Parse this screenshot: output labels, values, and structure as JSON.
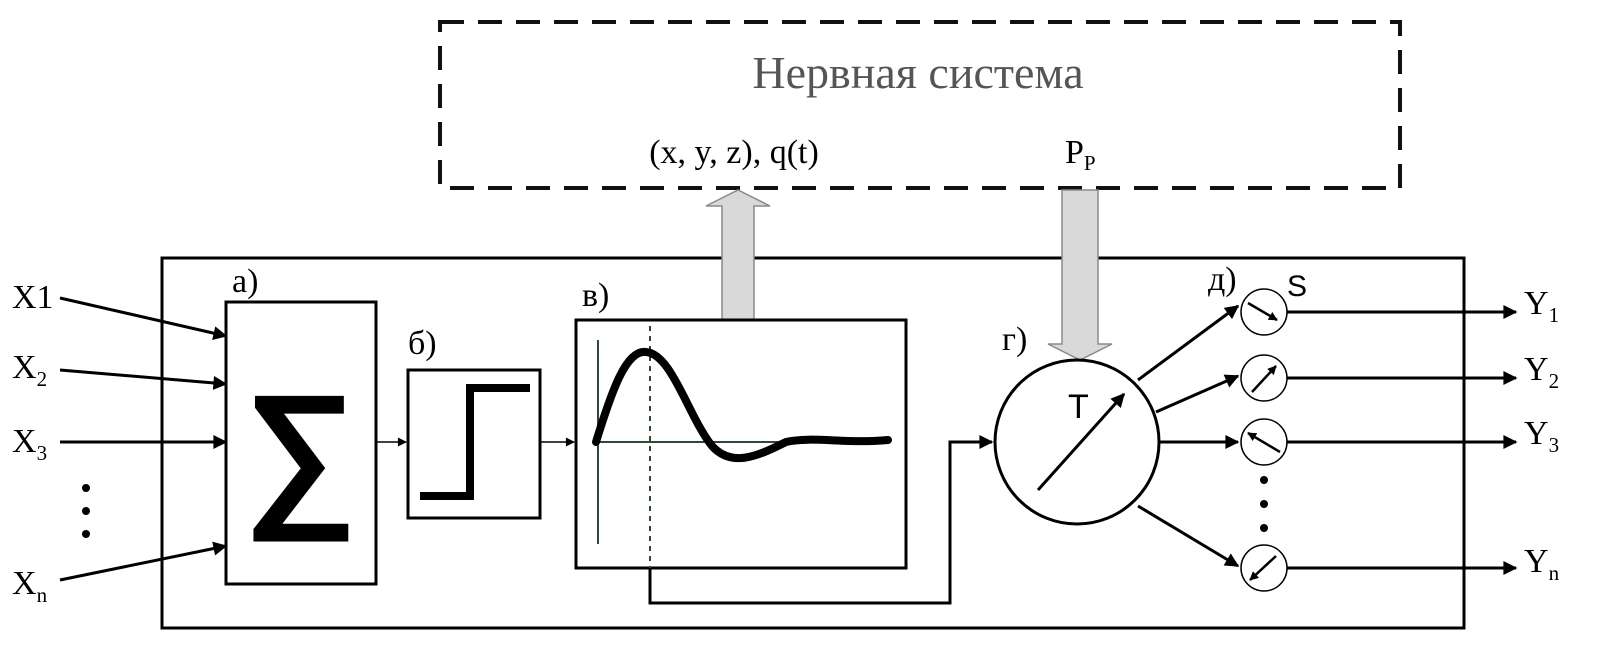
{
  "nervous_system": {
    "title": "Нервная система",
    "output_signal": "(x, y, z), q(t)",
    "input_signal": {
      "base": "P",
      "sub": "P"
    }
  },
  "inputs": [
    {
      "base": "X1",
      "sub": ""
    },
    {
      "base": "X",
      "sub": "2"
    },
    {
      "base": "X",
      "sub": "3"
    },
    {
      "base": "X",
      "sub": "n"
    }
  ],
  "outputs": [
    {
      "base": "Y",
      "sub": "1"
    },
    {
      "base": "Y",
      "sub": "2"
    },
    {
      "base": "Y",
      "sub": "3"
    },
    {
      "base": "Y",
      "sub": "n"
    }
  ],
  "blocks": {
    "a_label": "а)",
    "b_label": "б)",
    "v_label": "в)",
    "g_label": "г)",
    "d_label": "д)",
    "sum_symbol": "∑",
    "neuron_symbol": "T",
    "synapse_symbol": "S"
  },
  "colors": {
    "line": "#000000",
    "dashed_frame": "#111111",
    "arrow_fill": "#d9d9d9",
    "arrow_stroke": "#8a8a8a",
    "graph_axis": "#2e4a34",
    "title_text": "#555555"
  }
}
